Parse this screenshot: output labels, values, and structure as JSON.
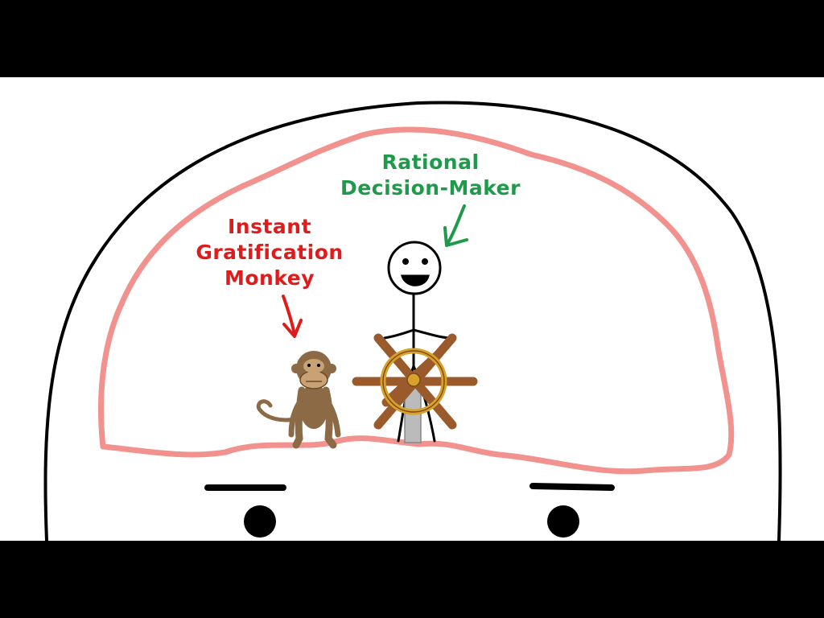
{
  "labels": {
    "rational_decision_maker": {
      "lines": [
        "Rational",
        "Decision-Maker"
      ],
      "color": "#1f9a4a"
    },
    "instant_gratification_monkey": {
      "lines": [
        "Instant",
        "Gratification",
        "Monkey"
      ],
      "color": "#e01b1b"
    }
  },
  "colors": {
    "head_outline": "#000000",
    "brain_outline": "#f2928f",
    "monkey_fur": "#8c6a46",
    "monkey_face": "#c9a274",
    "wheel_wood": "#9a5a2c",
    "wheel_gold": "#d8a12a",
    "wheel_stand": "#bbbbbb"
  }
}
